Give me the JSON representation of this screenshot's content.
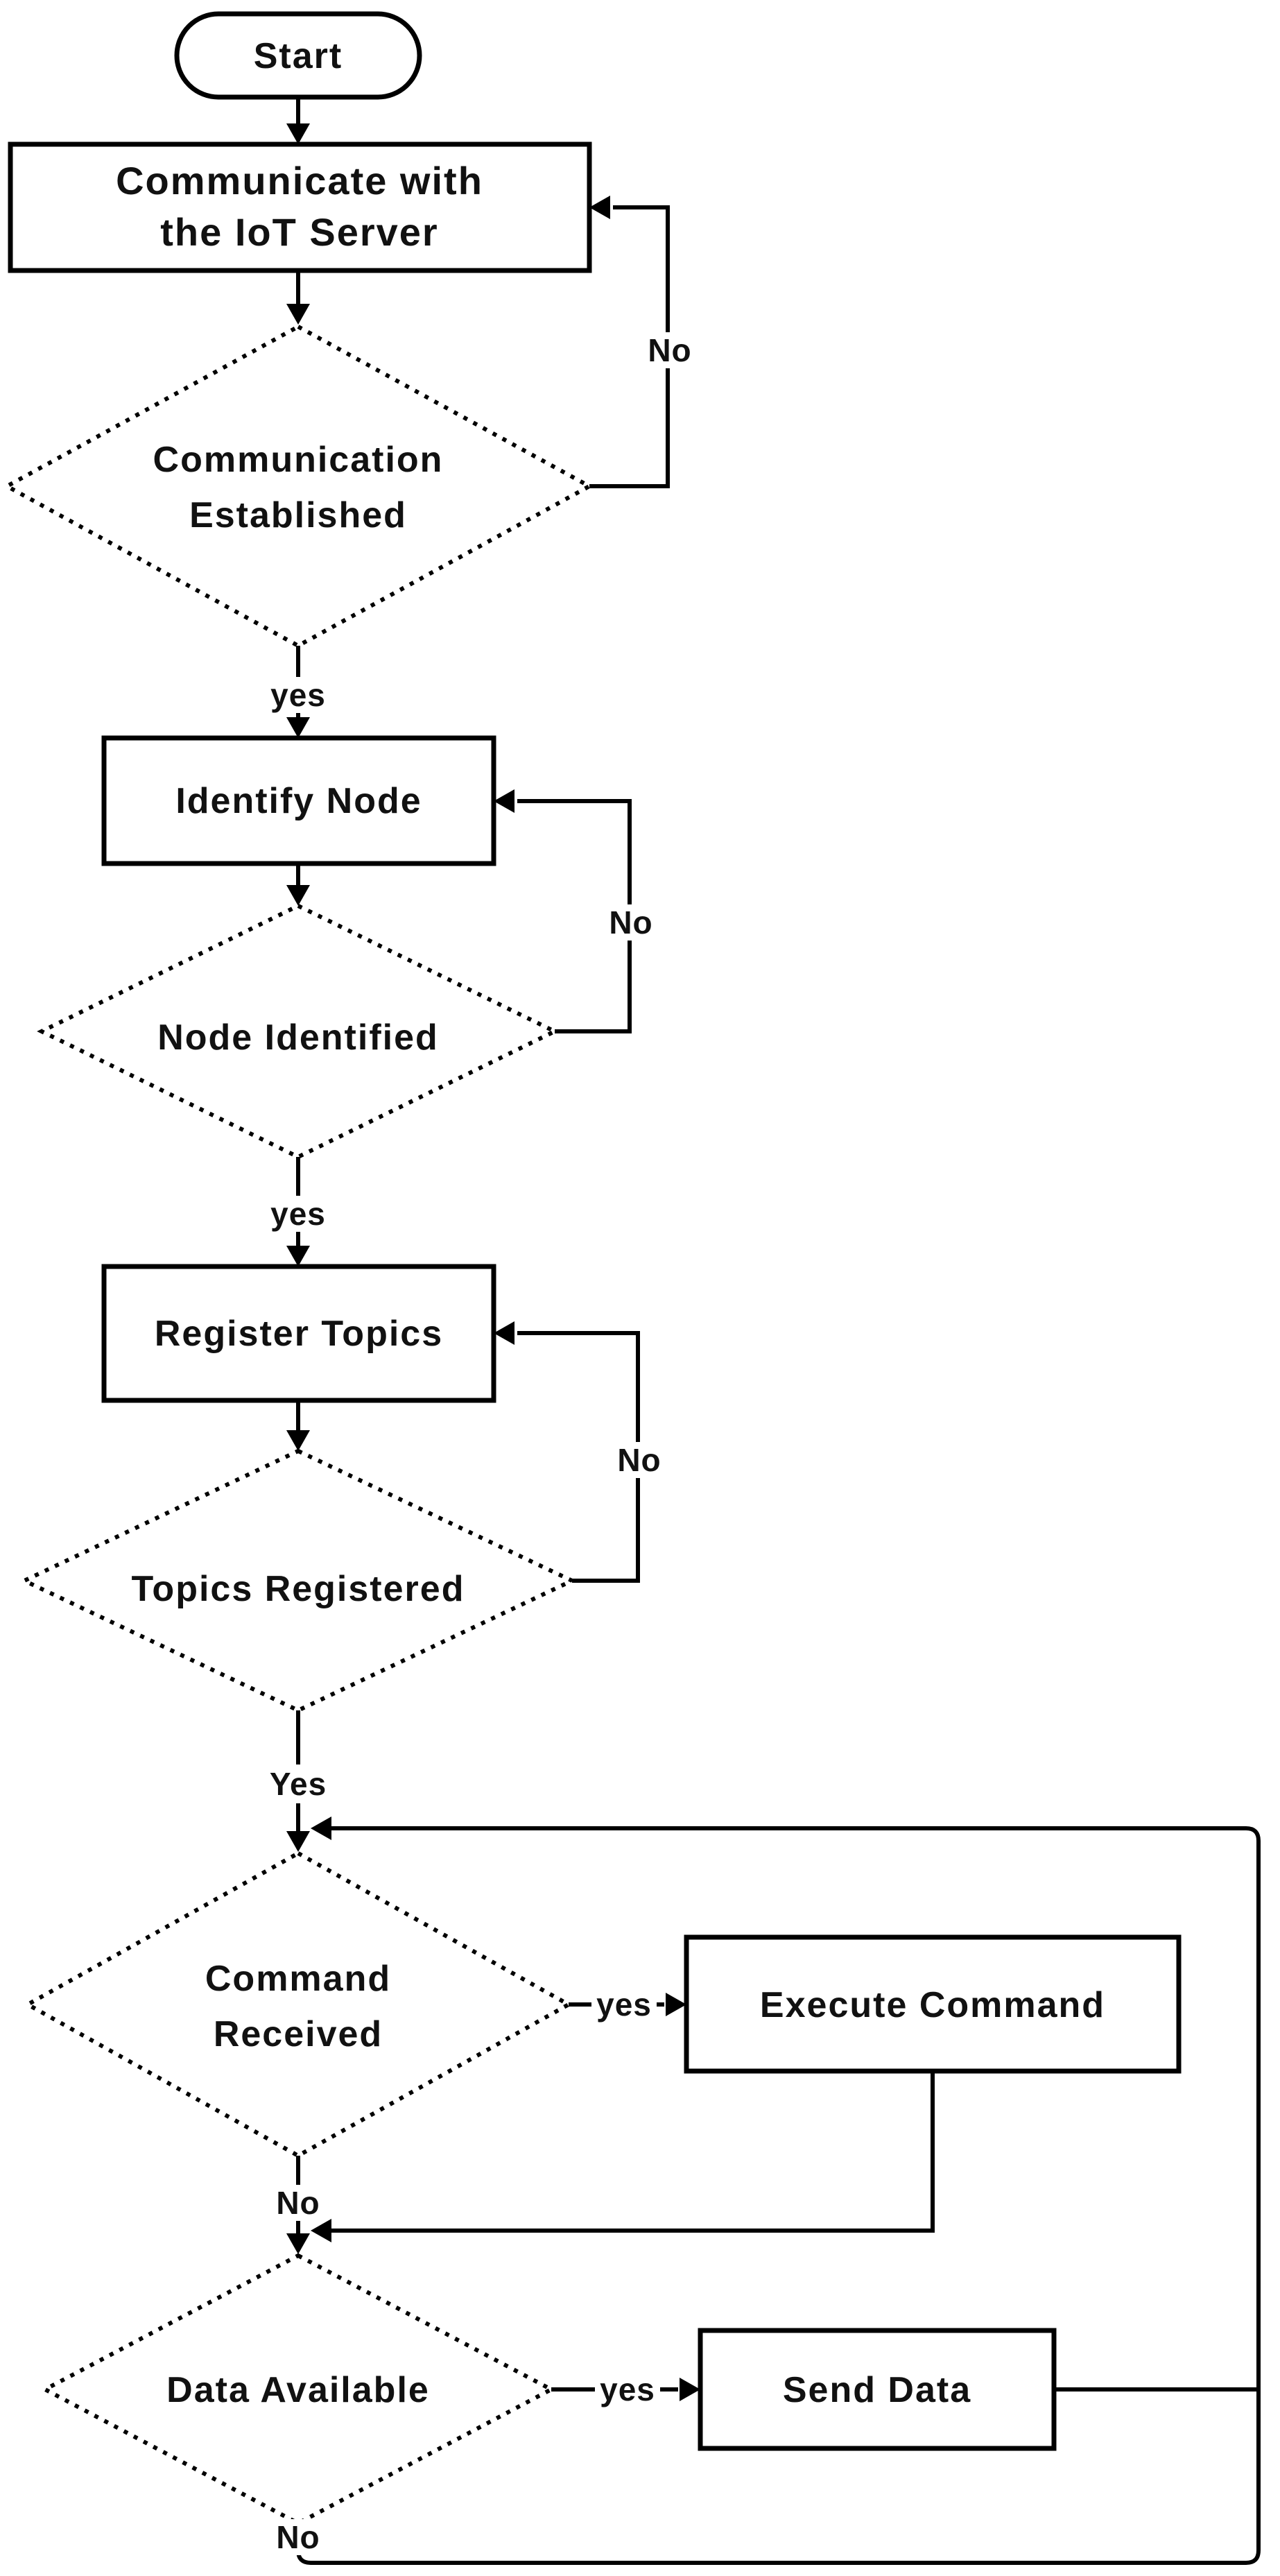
{
  "nodes": {
    "start": {
      "label": "Start"
    },
    "communicate": {
      "line1": "Communicate with",
      "line2": "the IoT Server"
    },
    "comm_established": {
      "line1": "Communication",
      "line2": "Established"
    },
    "identify_node": {
      "label": "Identify Node"
    },
    "node_identified": {
      "label": "Node Identified"
    },
    "register_topics": {
      "label": "Register Topics"
    },
    "topics_registered": {
      "label": "Topics Registered"
    },
    "command_received": {
      "line1": "Command",
      "line2": "Received"
    },
    "execute_command": {
      "label": "Execute Command"
    },
    "data_available": {
      "label": "Data Available"
    },
    "send_data": {
      "label": "Send Data"
    }
  },
  "edge_labels": {
    "comm_no": "No",
    "comm_yes": "yes",
    "node_no": "No",
    "node_yes": "yes",
    "topics_no": "No",
    "topics_yes": "Yes",
    "command_yes": "yes",
    "command_no": "No",
    "data_yes": "yes",
    "data_no": "No"
  },
  "colors": {
    "stroke": "#000000",
    "text": "#111111",
    "background": "#ffffff"
  }
}
